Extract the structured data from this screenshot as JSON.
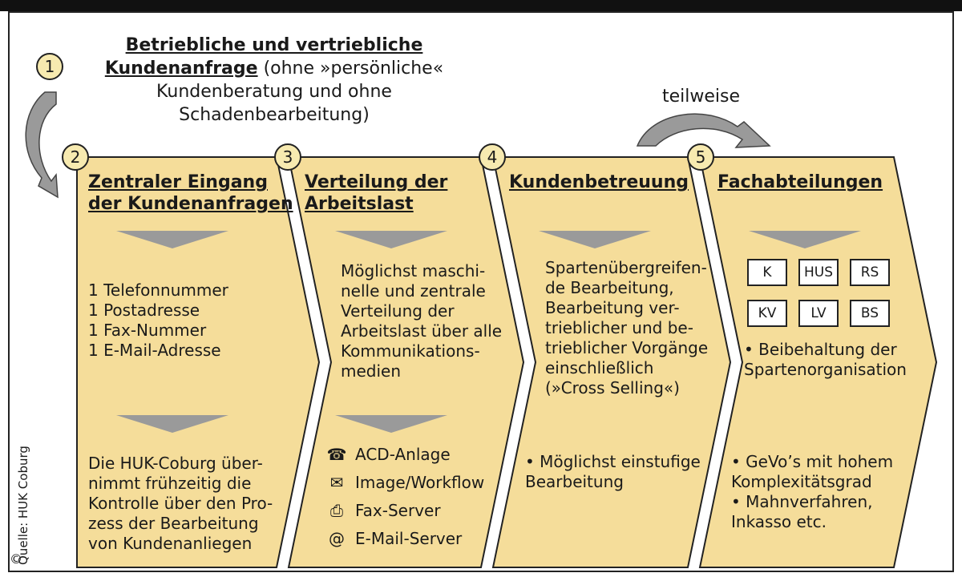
{
  "intro": {
    "step": "1",
    "title_bold": "Betriebliche und vertriebliche\nKundenanfrage",
    "title_rest": " (ohne »persönliche« Kundenberatung und ohne Schadenbearbeitung)"
  },
  "arrow_label": "teilweise",
  "source": "Quelle: HUK Coburg",
  "copyright": "©",
  "colors": {
    "fill": "#f5dd9a",
    "arrow": "#9a9a9a",
    "outline": "#222222"
  },
  "stages": [
    {
      "step": "2",
      "title": "Zentraler Eingang\nder Kundenanfragen",
      "upper": "1 Telefonnummer\n1 Postadresse\n1 Fax-Nummer\n1 E-Mail-Adresse",
      "lower": "Die HUK-Coburg über-\nnimmt frühzeitig die\nKontrolle über den Pro-\nzess der Bearbeitung\nvon Kundenanliegen"
    },
    {
      "step": "3",
      "title": "Verteilung der\nArbeitslast",
      "upper": "Möglichst maschi-\nnelle und zentrale\nVerteilung der\nArbeitslast über alle\nKommunikations-\nmedien",
      "channels": [
        {
          "icon": "phone-icon",
          "label": "ACD-Anlage"
        },
        {
          "icon": "envelope-icon",
          "label": "Image/Workflow"
        },
        {
          "icon": "fax-icon",
          "label": "Fax-Server"
        },
        {
          "icon": "at-icon",
          "label": "E-Mail-Server"
        }
      ]
    },
    {
      "step": "4",
      "title": "Kundenbetreuung",
      "upper": "Spartenübergreifen-\nde Bearbeitung,\nBearbeitung ver-\ntrieblicher und be-\ntrieblicher Vorgänge\neinschließlich\n(»Cross Selling«)",
      "lower": "• Möglichst einstufige\n  Bearbeitung"
    },
    {
      "step": "5",
      "title": "Fachabteilungen",
      "divisions": [
        "K",
        "HUS",
        "RS",
        "KV",
        "LV",
        "BS"
      ],
      "upper": "• Beibehaltung der\n  Spartenorganisation",
      "lower": "• GeVo’s mit hohem\n  Komplexitätsgrad\n• Mahnverfahren,\n  Inkasso etc."
    }
  ]
}
